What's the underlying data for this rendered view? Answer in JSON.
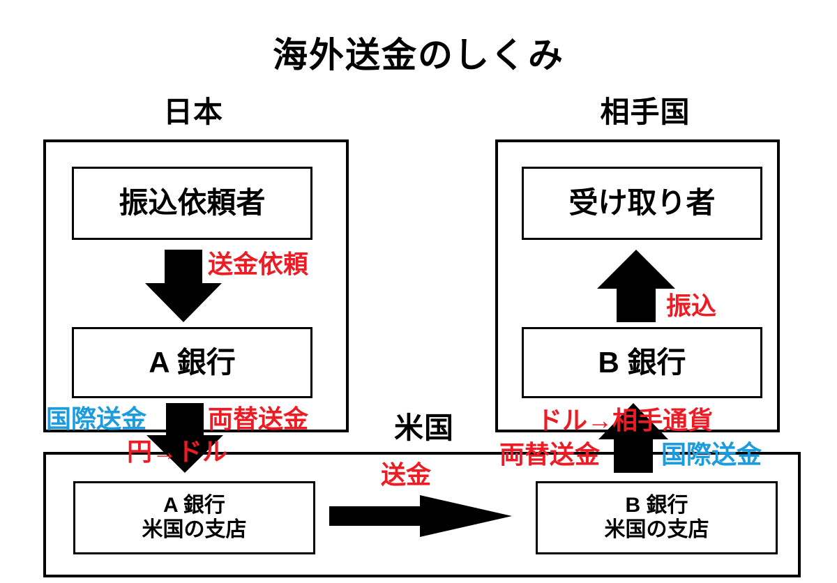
{
  "title": "海外送金のしくみ",
  "colors": {
    "red": "#ED1C24",
    "blue": "#1C9BDE",
    "black": "#000000",
    "background": "#FFFFFF"
  },
  "regions": {
    "japan": {
      "label": "日本"
    },
    "partner_country": {
      "label": "相手国"
    },
    "usa": {
      "label": "米国"
    }
  },
  "boxes": {
    "sender": "振込依頼者",
    "bank_a": "A 銀行",
    "receiver": "受け取り者",
    "bank_b": "B 銀行",
    "bank_a_us_line1": "A 銀行",
    "bank_a_us_line2": "米国の支店",
    "bank_b_us_line1": "B 銀行",
    "bank_b_us_line2": "米国の支店"
  },
  "notes": {
    "remittance_request": "送金依頼",
    "deposit": "振込",
    "international_transfer_left": "国際送金",
    "exchange_transfer_left": "両替送金",
    "yen_to_dollar": "円→ドル",
    "dollar_to_local_currency": "ドル→相手通貨",
    "exchange_transfer_right": "両替送金",
    "international_transfer_right": "国際送金",
    "remittance": "送金"
  },
  "arrows": {
    "request": "arrow-down",
    "intl_out": "arrow-down",
    "deposit": "arrow-up",
    "intl_in": "arrow-up",
    "remit": "arrow-right"
  }
}
